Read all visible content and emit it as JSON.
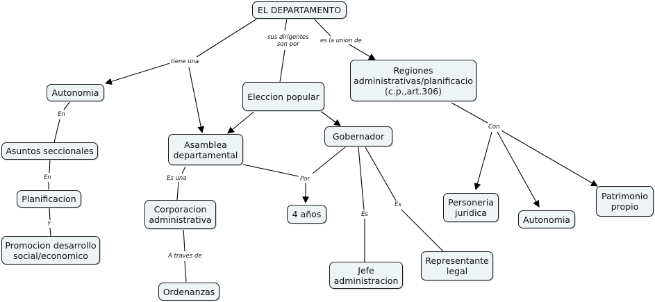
{
  "nodes": {
    "departamento": "EL DEPARTAMENTO",
    "autonomia_left": "Autonomia",
    "asuntos": "Asuntos seccionales",
    "planificacion": "Planificacion",
    "promocion": "Promocion desarrollo\nsocial/economico",
    "eleccion": "Eleccion popular",
    "asamblea": "Asamblea\ndepartamental",
    "corporacion": "Corporacion\nadministrativa",
    "ordenanzas": "Ordenanzas",
    "gobernador": "Gobernador",
    "cuatro_anos": "4 años",
    "jefe": "Jefe\nadministracion",
    "representante": "Representante\nlegal",
    "regiones": "Regiones\nadministrativas/planificacio\n(c.p.,art.306)",
    "personeria": "Personeria\njuridica",
    "autonomia_right": "Autonomia",
    "patrimonio": "Patrimonio\npropio"
  },
  "links": {
    "tiene_una": "tiene una",
    "sus_dirigentes": "sus dirigentes\nson por",
    "es_la_union": "es la union de",
    "en_1": "En",
    "en_2": "En",
    "y": "Y",
    "es_una": "Es una",
    "a_traves": "A traves de",
    "por": "Por",
    "es_1": "Es",
    "es_2": "Es",
    "con": "Con"
  }
}
